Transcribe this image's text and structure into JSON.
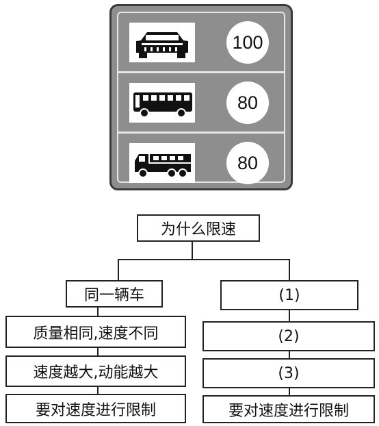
{
  "sign": {
    "rows": [
      {
        "vehicle_icon": "car-icon",
        "limit": "100"
      },
      {
        "vehicle_icon": "bus-icon",
        "limit": "80"
      },
      {
        "vehicle_icon": "truck-icon",
        "limit": "80"
      }
    ]
  },
  "map": {
    "root": "为什么限速",
    "left": {
      "header": "同一辆车",
      "items": [
        "质量相同,速度不同",
        "速度越大,动能越大",
        "要对速度进行限制"
      ]
    },
    "right": {
      "blanks": [
        "(1)",
        "(2)",
        "(3)"
      ],
      "conclusion": "要对速度进行限制"
    }
  }
}
